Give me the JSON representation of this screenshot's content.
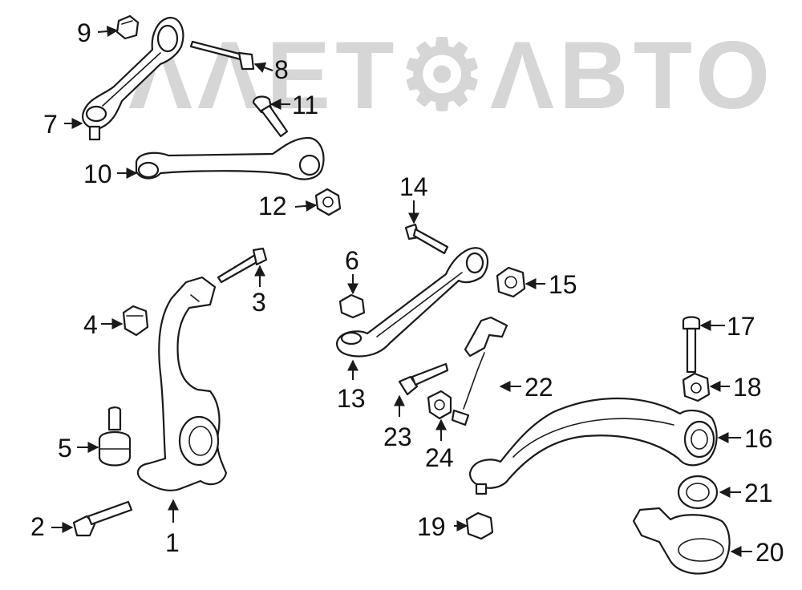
{
  "watermark": {
    "text": "ΛΛΕΤ⚙ΛΒΤΟ",
    "color": "#d6d6d6"
  },
  "callouts": [
    "1",
    "2",
    "3",
    "4",
    "5",
    "6",
    "7",
    "8",
    "9",
    "10",
    "11",
    "12",
    "13",
    "14",
    "15",
    "16",
    "17",
    "18",
    "19",
    "20",
    "21",
    "22",
    "23",
    "24"
  ],
  "colors": {
    "line": "#1a1a1a",
    "background": "#ffffff"
  }
}
